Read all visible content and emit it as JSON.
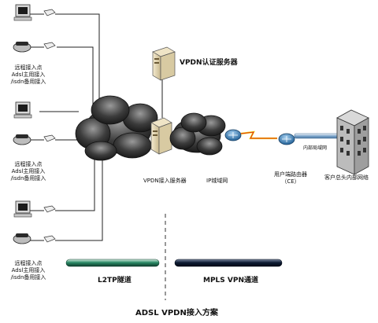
{
  "remote_sites": [
    {
      "line1": "远程接入点",
      "line2": "Adsl主用接入",
      "line3": "/isdn备用接入"
    },
    {
      "line1": "远程接入点",
      "line2": "Adsl主用接入",
      "line3": "/isdn备用接入"
    },
    {
      "line1": "远程接入点",
      "line2": "Adsl主用接入",
      "line3": "/isdn备用接入"
    }
  ],
  "labels": {
    "auth_server": "VPDN认证服务器",
    "access_server": "VPDN接入服务器",
    "ip_network": "IP城域网",
    "ce_router_line1": "用户端路由器",
    "ce_router_line2": "（CE）",
    "internal_lan": "内部局域网",
    "customer_hq": "客户总头内部网络",
    "l2tp_tunnel": "L2TP隧道",
    "mpls_tunnel": "MPLS VPN通道",
    "caption": "ADSL VPDN接入方案"
  },
  "colors": {
    "l2tp_bar": "#2a8a66",
    "mpls_bar": "#0e1b33",
    "cloud_dark": "#2a2a2a",
    "router_blue": "#3c7fb8",
    "wan_link_red": "#e02020",
    "wan_link_yellow": "#f0e010",
    "fiber_blue": "#7da6cc"
  }
}
